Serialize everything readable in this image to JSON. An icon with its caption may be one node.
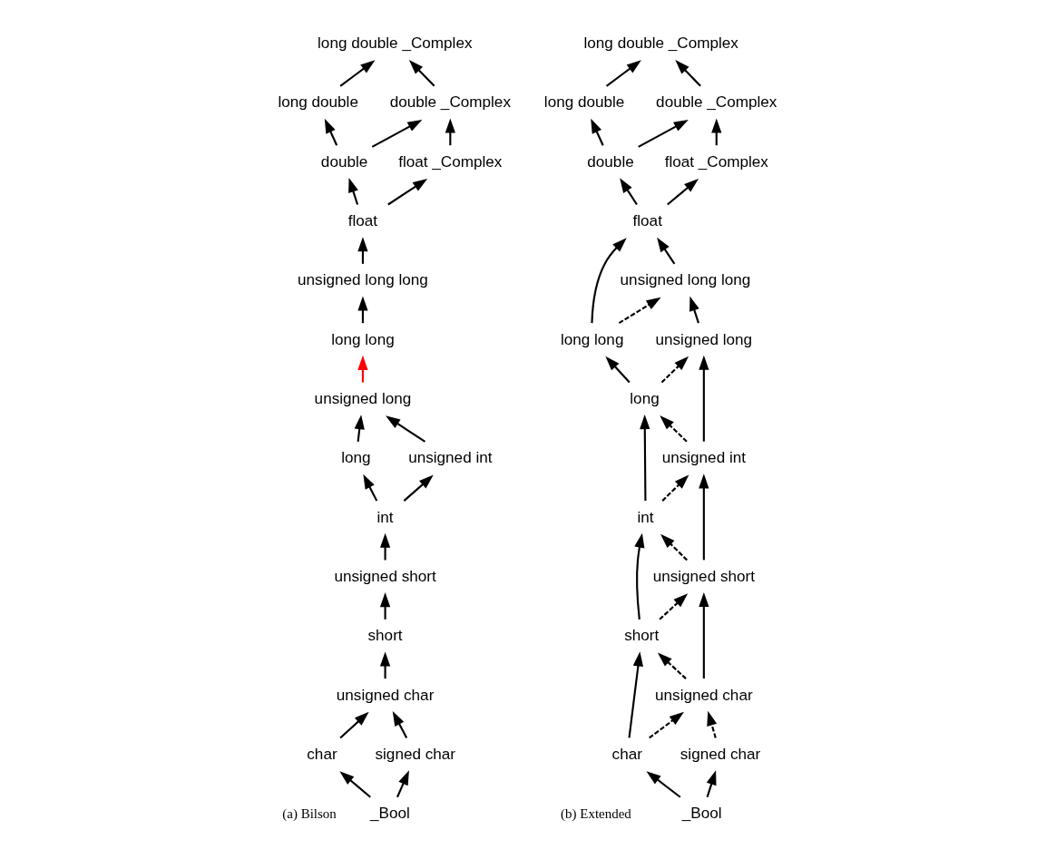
{
  "diagram": {
    "nodes": [
      {
        "text": [
          "long double"
        ]
      },
      {
        "text": [
          "long double _Complex"
        ]
      },
      {
        "text": [
          "double"
        ]
      },
      {
        "text": [
          "double _Complex"
        ]
      },
      {
        "text": [
          "float"
        ]
      },
      {
        "text": [
          "float _Complex"
        ]
      },
      {
        "text": [
          "unsigned long long"
        ]
      },
      {
        "text": [
          "long long"
        ]
      },
      {
        "text": [
          "unsigned long"
        ]
      },
      {
        "text": [
          "long"
        ]
      },
      {
        "text": [
          "unsigned int"
        ]
      },
      {
        "text": [
          "int"
        ]
      },
      {
        "text": [
          "unsigned short"
        ]
      },
      {
        "text": [
          "short"
        ]
      },
      {
        "text": [
          "unsigned char"
        ]
      },
      {
        "text": [
          "char"
        ]
      },
      {
        "text": [
          "signed char"
        ]
      },
      {
        "text": [
          "_Bool"
        ]
      },
      {
        "text": [
          "long double"
        ]
      },
      {
        "text": [
          "long double _Complex"
        ]
      },
      {
        "text": [
          "double"
        ]
      },
      {
        "text": [
          "double _Complex"
        ]
      },
      {
        "text": [
          "float"
        ]
      },
      {
        "text": [
          "float _Complex"
        ]
      },
      {
        "text": [
          "unsigned long long"
        ]
      },
      {
        "text": [
          "long long"
        ]
      },
      {
        "text": [
          "unsigned long"
        ]
      },
      {
        "text": [
          "long"
        ]
      },
      {
        "text": [
          "unsigned int"
        ]
      },
      {
        "text": [
          "int"
        ]
      },
      {
        "text": [
          "unsigned short"
        ]
      },
      {
        "text": [
          "short"
        ]
      },
      {
        "text": [
          "unsigned char"
        ]
      },
      {
        "text": [
          "char"
        ]
      },
      {
        "text": [
          "signed char"
        ]
      },
      {
        "text": [
          "_Bool"
        ]
      }
    ],
    "edges": [
      {
        "from": 0,
        "to": 1,
        "arrow": "to"
      },
      {
        "from": 2,
        "to": 0,
        "arrow": "to"
      },
      {
        "from": 2,
        "to": 3,
        "arrow": "to"
      },
      {
        "from": 3,
        "to": 1,
        "arrow": "to"
      },
      {
        "from": 4,
        "to": 2,
        "arrow": "to"
      },
      {
        "from": 4,
        "to": 5,
        "arrow": "to"
      },
      {
        "from": 5,
        "to": 3,
        "arrow": "to"
      },
      {
        "from": 6,
        "to": 4,
        "arrow": "to"
      },
      {
        "from": 7,
        "to": 6,
        "arrow": "to"
      },
      {
        "from": 8,
        "to": 7,
        "arrow": "to",
        "color": "#ff0000"
      },
      {
        "from": 9,
        "to": 8,
        "arrow": "to"
      },
      {
        "from": 10,
        "to": 8,
        "arrow": "to"
      },
      {
        "from": 11,
        "to": 9,
        "arrow": "to"
      },
      {
        "from": 11,
        "to": 10,
        "arrow": "to"
      },
      {
        "from": 12,
        "to": 11,
        "arrow": "to"
      },
      {
        "from": 13,
        "to": 12,
        "arrow": "to"
      },
      {
        "from": 14,
        "to": 13,
        "arrow": "to"
      },
      {
        "from": 15,
        "to": 14,
        "arrow": "to"
      },
      {
        "from": 16,
        "to": 14,
        "arrow": "to"
      },
      {
        "from": 17,
        "to": 15,
        "arrow": "to"
      },
      {
        "from": 17,
        "to": 16,
        "arrow": "to"
      },
      {
        "from": 18,
        "to": 19,
        "arrow": "to"
      },
      {
        "from": 20,
        "to": 18,
        "arrow": "to"
      },
      {
        "from": 20,
        "to": 21,
        "arrow": "to"
      },
      {
        "from": 21,
        "to": 19,
        "arrow": "to"
      },
      {
        "from": 22,
        "to": 20,
        "arrow": "to"
      },
      {
        "from": 22,
        "to": 23,
        "arrow": "to"
      },
      {
        "from": 23,
        "to": 21,
        "arrow": "to"
      },
      {
        "from": 24,
        "to": 22,
        "arrow": "to"
      },
      {
        "from": 25,
        "to": 22,
        "arrow": "to"
      },
      {
        "from": 25,
        "to": 24,
        "arrow": "to",
        "style": "dashed"
      },
      {
        "from": 26,
        "to": 24,
        "arrow": "to"
      },
      {
        "from": 27,
        "to": 25,
        "arrow": "to"
      },
      {
        "from": 27,
        "to": 26,
        "arrow": "to",
        "style": "dashed"
      },
      {
        "from": 28,
        "to": 27,
        "arrow": "to",
        "style": "dashed"
      },
      {
        "from": 28,
        "to": 26,
        "arrow": "to"
      },
      {
        "from": 29,
        "to": 27,
        "arrow": "to"
      },
      {
        "from": 29,
        "to": 28,
        "arrow": "to",
        "style": "dashed"
      },
      {
        "from": 30,
        "to": 29,
        "arrow": "to",
        "style": "dashed"
      },
      {
        "from": 30,
        "to": 28,
        "arrow": "to"
      },
      {
        "from": 31,
        "to": 29,
        "arrow": "to"
      },
      {
        "from": 31,
        "to": 30,
        "arrow": "to",
        "style": "dashed"
      },
      {
        "from": 32,
        "to": 31,
        "arrow": "to",
        "style": "dashed"
      },
      {
        "from": 32,
        "to": 30,
        "arrow": "to"
      },
      {
        "from": 33,
        "to": 31,
        "arrow": "to"
      },
      {
        "from": 33,
        "to": 32,
        "arrow": "to",
        "style": "dashed"
      },
      {
        "from": 34,
        "to": 32,
        "arrow": "to",
        "style": "dashed"
      },
      {
        "from": 35,
        "to": 33,
        "arrow": "to"
      },
      {
        "from": 35,
        "to": 34,
        "arrow": "to"
      }
    ],
    "labels": [
      "(a) Bilson",
      "(b) Extended"
    ]
  }
}
